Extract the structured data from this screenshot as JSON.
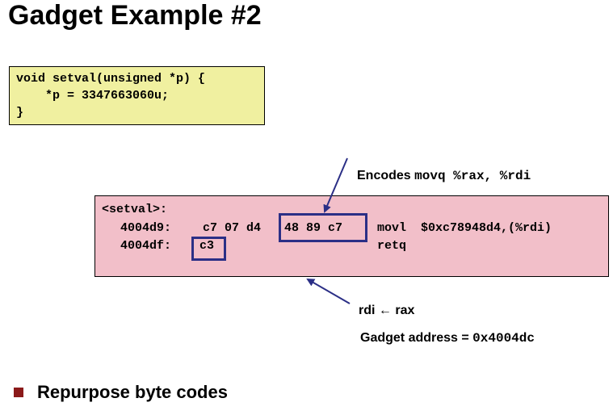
{
  "title": "Gadget Example #2",
  "c_code": {
    "lines": [
      "void setval(unsigned *p) {",
      "    *p = 3347663060u;",
      "}"
    ]
  },
  "assembly": {
    "label": "<setval>:",
    "rows": [
      {
        "address": "4004d9:",
        "bytes_prefix": "c7 07 d4",
        "bytes_highlight": "48 89 c7",
        "instruction": "movl  $0xc78948d4,(%rdi)"
      },
      {
        "address": "4004df:",
        "bytes_highlight": "c3",
        "instruction": "retq"
      }
    ]
  },
  "annotations": {
    "encodes_text": "Encodes",
    "encodes_code": "movq %rax, %rdi",
    "rdi_rax": "rdi",
    "rdi_rax_src": "rax",
    "arrow_glyph": "←",
    "gadget_text": "Gadget address = ",
    "gadget_code": "0x4004dc"
  },
  "bullet": "Repurpose byte codes",
  "colors": {
    "code_box_bg": "#f0f0a0",
    "asm_box_bg": "#f2bfc9",
    "highlight_border": "#2b2f86",
    "bullet_square": "#8b1a1a"
  }
}
